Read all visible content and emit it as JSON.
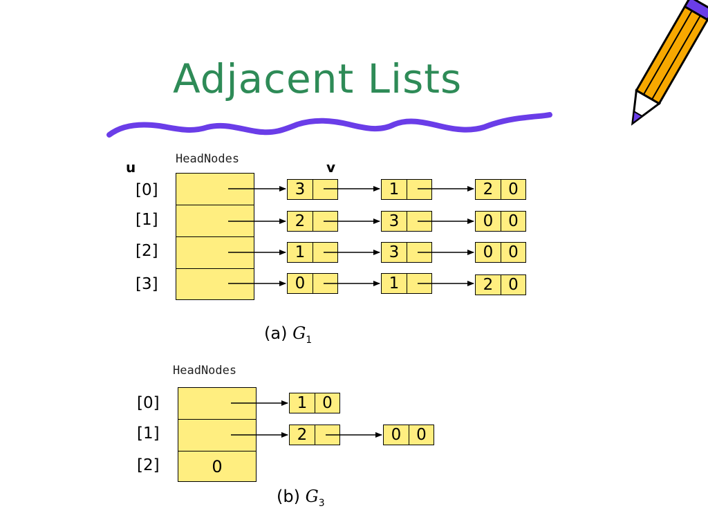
{
  "title": "Adjacent Lists",
  "colors": {
    "title": "#2e8b57",
    "node_fill": "#ffee80",
    "squiggle": "#6a3de8"
  },
  "icons": {
    "decoration": "pencil-icon"
  },
  "g1": {
    "head_label": "HeadNodes",
    "u_label": "u",
    "v_label": "v",
    "indices": [
      "[0]",
      "[1]",
      "[2]",
      "[3]"
    ],
    "lists": [
      [
        [
          "3",
          ""
        ],
        [
          "1",
          ""
        ],
        [
          "2",
          "0"
        ]
      ],
      [
        [
          "2",
          ""
        ],
        [
          "3",
          ""
        ],
        [
          "0",
          "0"
        ]
      ],
      [
        [
          "1",
          ""
        ],
        [
          "3",
          ""
        ],
        [
          "0",
          "0"
        ]
      ],
      [
        [
          "0",
          ""
        ],
        [
          "1",
          ""
        ],
        [
          "2",
          "0"
        ]
      ]
    ],
    "caption_prefix": "(a)",
    "caption_var": "G",
    "caption_sub": "1"
  },
  "g3": {
    "head_label": "HeadNodes",
    "indices": [
      "[0]",
      "[1]",
      "[2]"
    ],
    "head_cell_2": "0",
    "lists": [
      [
        [
          "1",
          "0"
        ]
      ],
      [
        [
          "2",
          ""
        ],
        [
          "0",
          "0"
        ]
      ]
    ],
    "caption_prefix": "(b)",
    "caption_var": "G",
    "caption_sub": "3"
  }
}
